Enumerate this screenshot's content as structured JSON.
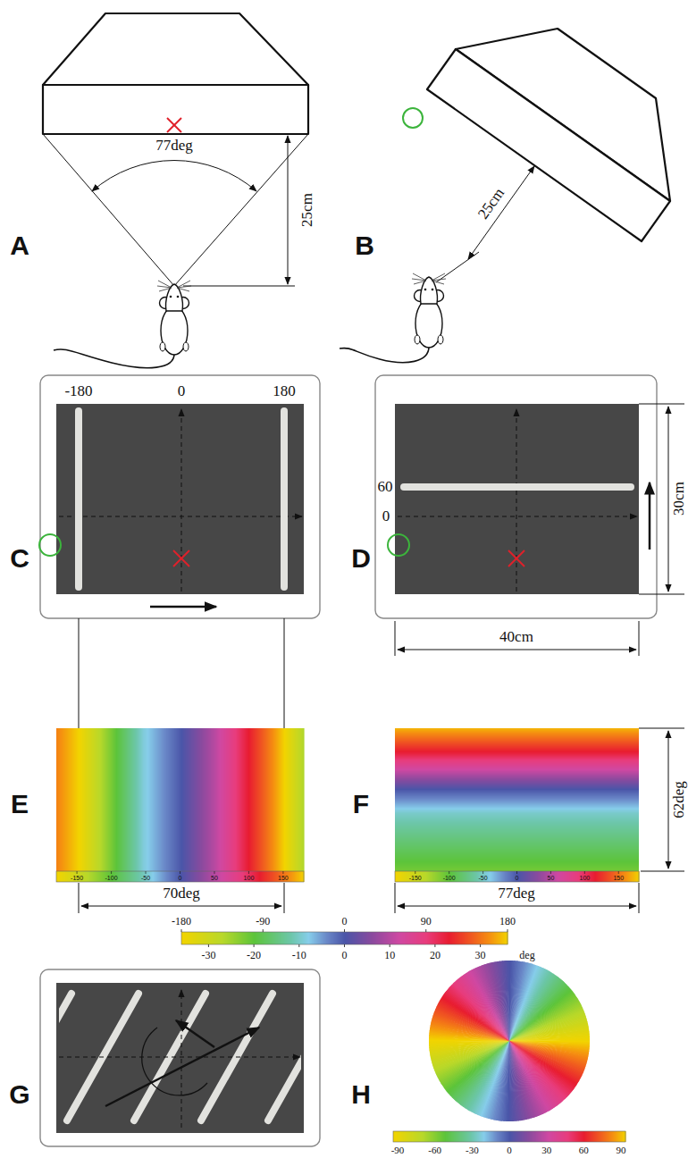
{
  "diagram": {
    "labels": [
      "A",
      "77deg",
      "25cm",
      "B",
      "25cm",
      "C",
      "-180",
      "0",
      "180",
      "D",
      "60",
      "0",
      "30cm",
      "40cm",
      "E",
      "-150",
      "-100",
      "-50",
      "0",
      "50",
      "100",
      "150",
      "70deg",
      "F",
      "-150",
      "-100",
      "-50",
      "0",
      "50",
      "100",
      "150",
      "62deg",
      "77deg",
      "-180",
      "-90",
      "0",
      "90",
      "180",
      "-30",
      "-20",
      "-10",
      "0",
      "10",
      "20",
      "30",
      "deg",
      "G",
      "H",
      "-90",
      "-60",
      "-30",
      "0",
      "30",
      "60",
      "90"
    ]
  }
}
